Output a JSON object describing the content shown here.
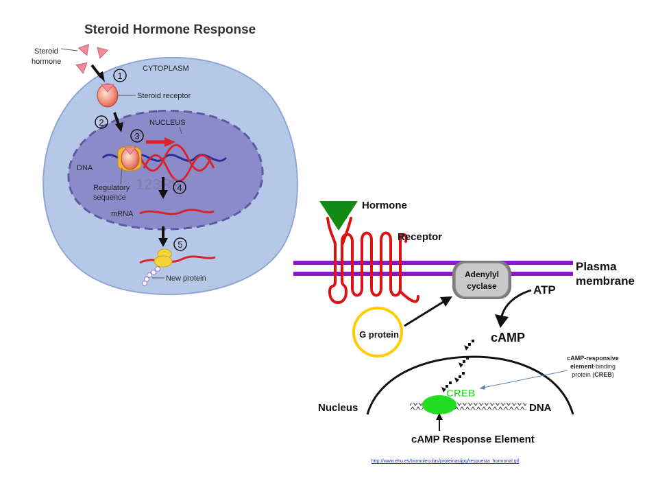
{
  "steroid_panel": {
    "title": "Steroid Hormone Response",
    "hormone_label_line1": "Steroid",
    "hormone_label_line2": "hormone",
    "cytoplasm_label": "CYTOPLASM",
    "nucleus_label": "NUCLEUS",
    "receptor_label": "Steroid receptor",
    "dna_label": "DNA",
    "regulatory_line1": "Regulatory",
    "regulatory_line2": "sequence",
    "mrna_label": "mRNA",
    "new_protein_label": "New protein",
    "watermark": "123RF",
    "steps": [
      "1",
      "2",
      "3",
      "4",
      "5"
    ]
  },
  "camp_panel": {
    "hormone_label": "Hormone",
    "receptor_label": "Receptor",
    "membrane_line1": "Plasma",
    "membrane_line2": "membrane",
    "adenylyl_line1": "Adenylyl",
    "adenylyl_line2": "cyclase",
    "atp_label": "ATP",
    "gprotein_label": "G protein",
    "camp_label": "cAMP",
    "nucleus_label": "Nucleus",
    "creb_label": "CREB",
    "dna_label": "DNA",
    "response_element_label": "cAMP Response Element"
  },
  "creb_annotation": {
    "line1": "cAMP-responsive",
    "line2_bold": "element",
    "line2_rest": "-binding",
    "line3_pre": "protein (",
    "line3_bold": "CREB",
    "line3_post": ")"
  },
  "source_link": "http://www.ehu.es/biomoleculas/proteinas/jpg/respuesta_hormonal.gif",
  "colors": {
    "cell_fill": "#b6c8e8",
    "nucleus_fill": "#8c8bc9",
    "hormone_pink": "#ee8d99",
    "mrna_red": "#d8232a",
    "membrane_purple": "#8a17c8",
    "receptor_red": "#dd1111",
    "gprotein_yellow": "#ffcc00",
    "creb_green": "#22dd22",
    "hormone_green": "#138a13"
  }
}
